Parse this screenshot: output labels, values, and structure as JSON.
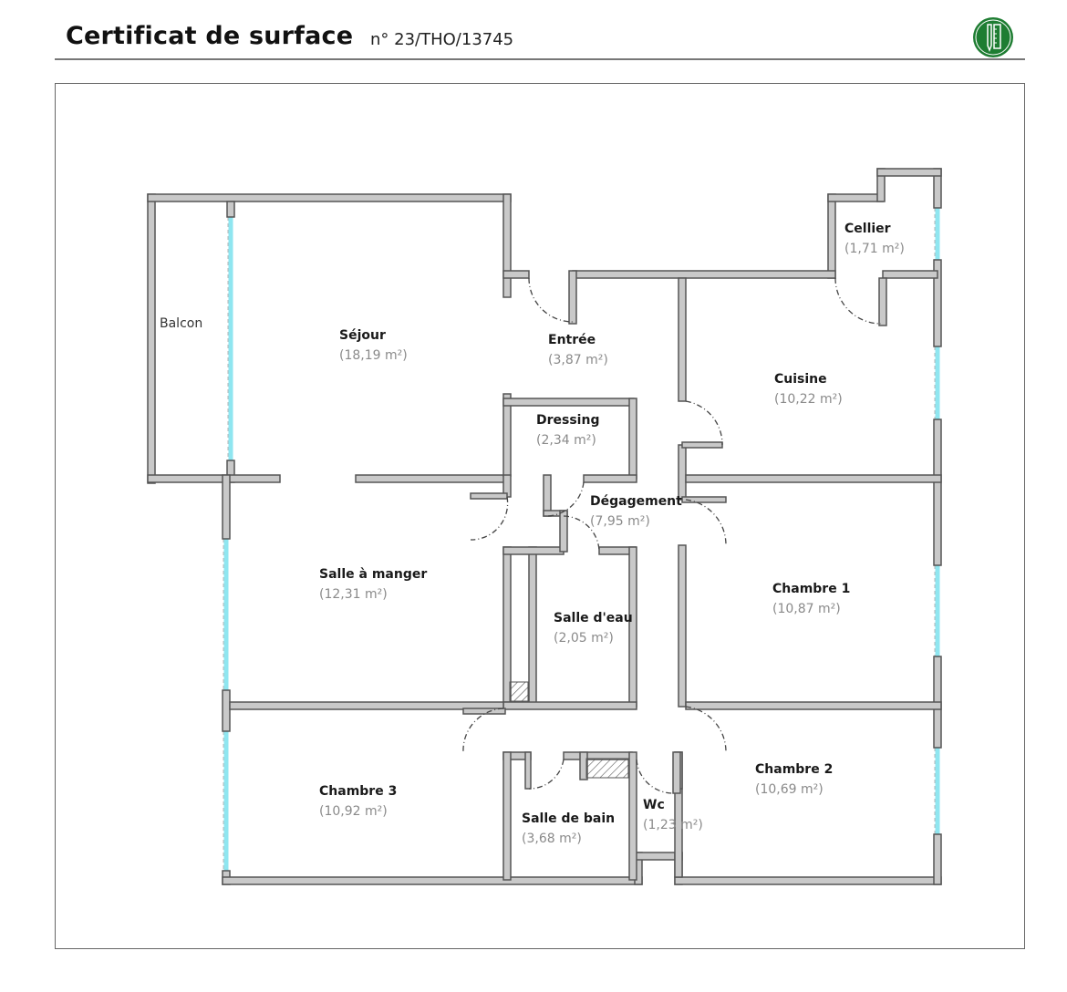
{
  "header": {
    "title": "Certificat de surface",
    "number": "n° 23/THO/13745"
  },
  "logo": {
    "icon": "pen-ruler-icon",
    "color": "#1e7d32"
  },
  "colors": {
    "wall_fill": "#c9c9c9",
    "wall_stroke": "#555555",
    "window": "#8fe6f0",
    "area_text": "#8a8a8a"
  },
  "rooms": [
    {
      "name": "Balcon",
      "area": ""
    },
    {
      "name": "Séjour",
      "area": "(18,19 m²)"
    },
    {
      "name": "Entrée",
      "area": "(3,87 m²)"
    },
    {
      "name": "Cellier",
      "area": "(1,71 m²)"
    },
    {
      "name": "Cuisine",
      "area": "(10,22 m²)"
    },
    {
      "name": "Dressing",
      "area": "(2,34 m²)"
    },
    {
      "name": "Dégagement",
      "area": "(7,95 m²)"
    },
    {
      "name": "Salle à manger",
      "area": "(12,31 m²)"
    },
    {
      "name": "Salle d'eau",
      "area": "(2,05 m²)"
    },
    {
      "name": "Chambre 1",
      "area": "(10,87 m²)"
    },
    {
      "name": "Chambre 3",
      "area": "(10,92 m²)"
    },
    {
      "name": "Salle de bain",
      "area": "(3,68 m²)"
    },
    {
      "name": "Wc",
      "area": "(1,23 m²)"
    },
    {
      "name": "Chambre 2",
      "area": "(10,69 m²)"
    }
  ]
}
